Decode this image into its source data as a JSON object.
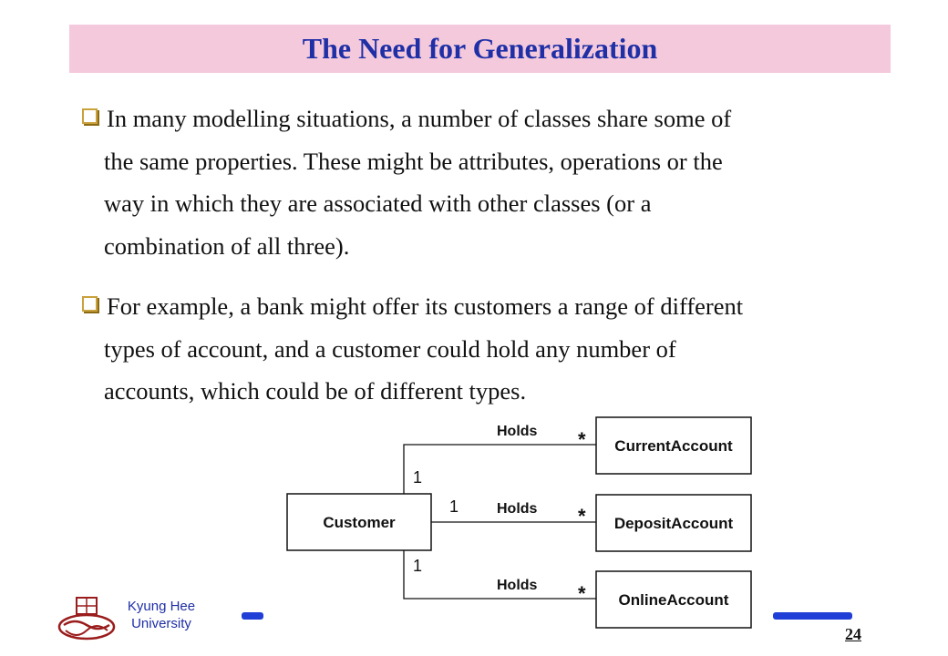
{
  "slide": {
    "title": "The Need for Generalization",
    "page_number": "24"
  },
  "bullets": [
    {
      "lines": [
        "In many modelling situations, a number of classes share some of",
        "the same properties. These might be attributes, operations or the",
        "way in which they are associated with other classes (or a",
        "combination of all three)."
      ]
    },
    {
      "lines": [
        "For example, a bank might offer its customers a range of different",
        "types of account, and a customer could hold any number of",
        "accounts, which could be of different types."
      ]
    }
  ],
  "diagram": {
    "customer_class": "Customer",
    "associations": [
      {
        "label": "Holds",
        "source_multiplicity": "1",
        "target_multiplicity": "*",
        "target_class": "CurrentAccount"
      },
      {
        "label": "Holds",
        "source_multiplicity": "1",
        "target_multiplicity": "*",
        "target_class": "DepositAccount"
      },
      {
        "label": "Holds",
        "source_multiplicity": "1",
        "target_multiplicity": "*",
        "target_class": "OnlineAccount"
      }
    ]
  },
  "footer": {
    "university_line1": "Kyung Hee",
    "university_line2": "University",
    "logo_icon": "university-emblem-icon",
    "accent_color": "#1f3fd6"
  }
}
